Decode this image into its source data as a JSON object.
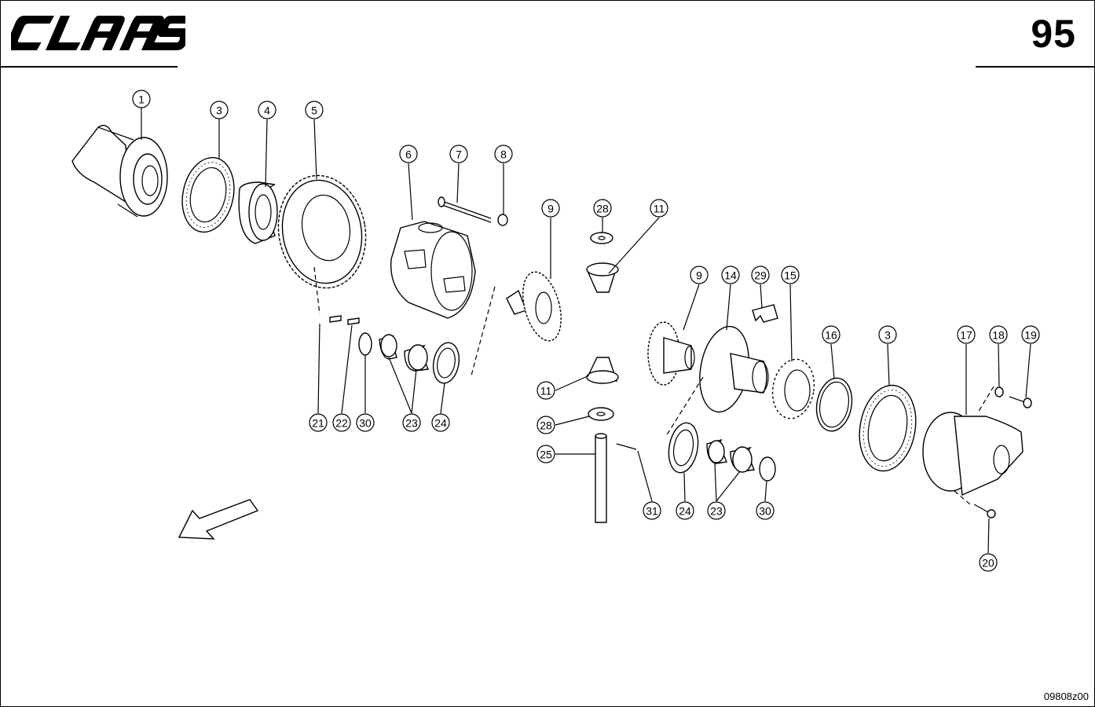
{
  "header": {
    "brand": "CLAAS",
    "page_number": "95"
  },
  "footer": {
    "drawing_code": "09808z00"
  },
  "callouts": [
    {
      "id": "c1",
      "label": "1"
    },
    {
      "id": "c3a",
      "label": "3"
    },
    {
      "id": "c4",
      "label": "4"
    },
    {
      "id": "c5",
      "label": "5"
    },
    {
      "id": "c6",
      "label": "6"
    },
    {
      "id": "c7",
      "label": "7"
    },
    {
      "id": "c8",
      "label": "8"
    },
    {
      "id": "c9a",
      "label": "9"
    },
    {
      "id": "c28a",
      "label": "28"
    },
    {
      "id": "c11a",
      "label": "11"
    },
    {
      "id": "c9b",
      "label": "9"
    },
    {
      "id": "c14",
      "label": "14"
    },
    {
      "id": "c29",
      "label": "29"
    },
    {
      "id": "c15",
      "label": "15"
    },
    {
      "id": "c16",
      "label": "16"
    },
    {
      "id": "c3b",
      "label": "3"
    },
    {
      "id": "c17",
      "label": "17"
    },
    {
      "id": "c18",
      "label": "18"
    },
    {
      "id": "c19",
      "label": "19"
    },
    {
      "id": "c21",
      "label": "21"
    },
    {
      "id": "c22",
      "label": "22"
    },
    {
      "id": "c30a",
      "label": "30"
    },
    {
      "id": "c23a",
      "label": "23"
    },
    {
      "id": "c24a",
      "label": "24"
    },
    {
      "id": "c11b",
      "label": "11"
    },
    {
      "id": "c28b",
      "label": "28"
    },
    {
      "id": "c25",
      "label": "25"
    },
    {
      "id": "c31",
      "label": "31"
    },
    {
      "id": "c24b",
      "label": "24"
    },
    {
      "id": "c23b",
      "label": "23"
    },
    {
      "id": "c30b",
      "label": "30"
    },
    {
      "id": "c20",
      "label": "20"
    }
  ]
}
